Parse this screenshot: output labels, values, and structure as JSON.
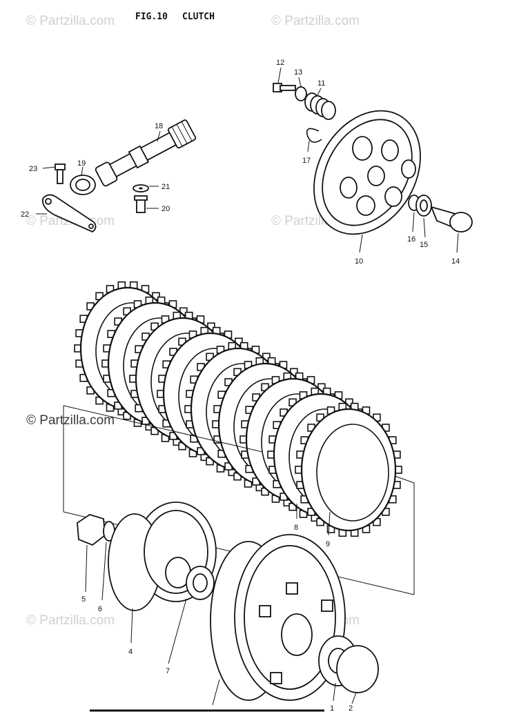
{
  "figure": {
    "number": "FIG.10",
    "title": "CLUTCH"
  },
  "watermark": {
    "text": "© Partzilla.com"
  },
  "callouts": [
    "1",
    "2",
    "4",
    "5",
    "6",
    "7",
    "8",
    "9",
    "10",
    "11",
    "12",
    "13",
    "14",
    "15",
    "16",
    "17",
    "18",
    "19",
    "20",
    "21",
    "22",
    "23"
  ]
}
